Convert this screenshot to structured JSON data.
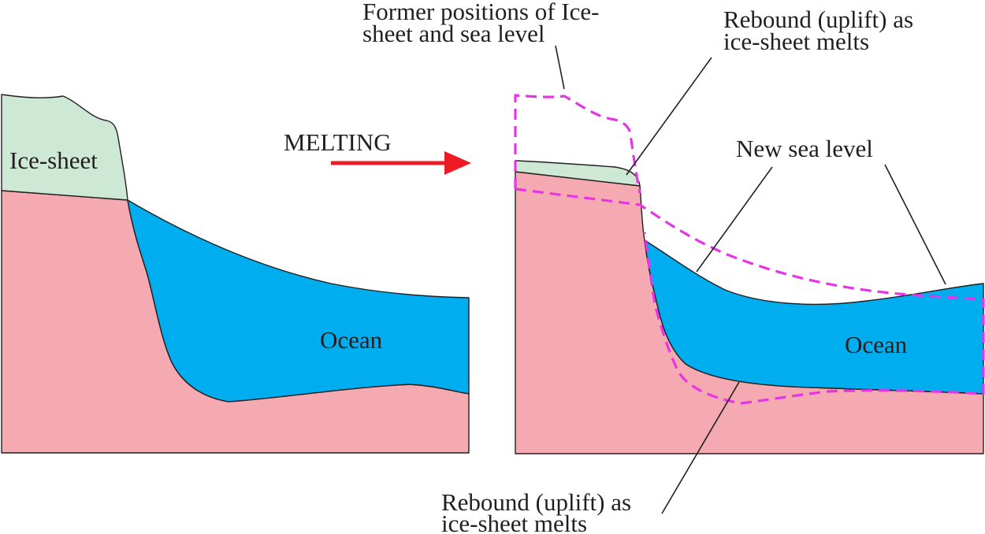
{
  "colors": {
    "bedrock": "#f4aab0",
    "ice": "#cde8d4",
    "ocean": "#00aeef",
    "arrow": "#ed1c24",
    "former_outline": "#e535e5",
    "ink": "#231f20"
  },
  "before": {
    "ice_label": "Ice-sheet",
    "ocean_label": "Ocean"
  },
  "transition": {
    "label": "MELTING"
  },
  "after": {
    "ocean_label": "Ocean",
    "former_positions_label": [
      "Former positions of Ice-",
      "sheet and sea level"
    ],
    "rebound_top_label": [
      "Rebound (uplift) as",
      "ice-sheet melts"
    ],
    "new_sea_level_label": "New sea level",
    "rebound_bottom_label": [
      "Rebound (uplift) as",
      "ice-sheet melts"
    ]
  }
}
